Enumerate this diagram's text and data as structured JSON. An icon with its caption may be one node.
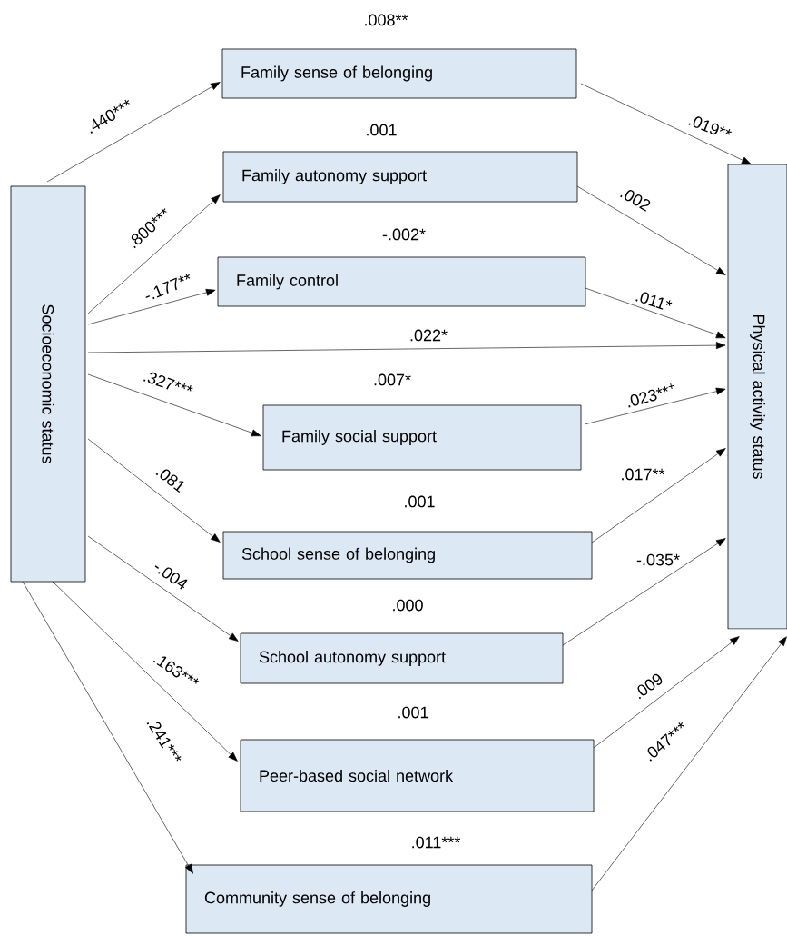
{
  "diagram": {
    "nodes": [
      {
        "text": [
          "Socioeconomic status"
        ]
      },
      {
        "text": [
          "Physical activity status"
        ]
      },
      {
        "text": [
          "Family sense of belonging"
        ],
        "beside": [
          ".008**"
        ]
      },
      {
        "text": [
          "Family autonomy support"
        ],
        "beside": [
          ".001"
        ]
      },
      {
        "text": [
          "Family control"
        ],
        "beside": [
          "-.002*"
        ]
      },
      {
        "text": [
          "Family social support"
        ],
        "beside": [
          ".007*"
        ]
      },
      {
        "text": [
          "School sense of belonging"
        ],
        "beside": [
          ".001"
        ]
      },
      {
        "text": [
          "School autonomy support"
        ],
        "beside": [
          ".000"
        ]
      },
      {
        "text": [
          "Peer-based social network"
        ],
        "beside": [
          ".001"
        ]
      },
      {
        "text": [
          "Community sense of belonging"
        ],
        "beside": [
          ".011***"
        ]
      }
    ],
    "edges": [
      {
        "from": 0,
        "to": 2,
        "arrow": "to",
        "label": ".440***"
      },
      {
        "from": 0,
        "to": 3,
        "arrow": "to",
        "label": ".800***"
      },
      {
        "from": 0,
        "to": 4,
        "arrow": "to",
        "label": "-.177**"
      },
      {
        "from": 0,
        "to": 1,
        "arrow": "to",
        "label": ".022*"
      },
      {
        "from": 0,
        "to": 5,
        "arrow": "to",
        "label": ".327***"
      },
      {
        "from": 0,
        "to": 6,
        "arrow": "to",
        "label": ".081"
      },
      {
        "from": 0,
        "to": 7,
        "arrow": "to",
        "label": "-.004"
      },
      {
        "from": 0,
        "to": 8,
        "arrow": "to",
        "label": ".163***"
      },
      {
        "from": 0,
        "to": 9,
        "arrow": "to",
        "label": ".241***"
      },
      {
        "from": 2,
        "to": 1,
        "arrow": "to",
        "label": ".019**"
      },
      {
        "from": 3,
        "to": 1,
        "arrow": "to",
        "label": ".002"
      },
      {
        "from": 4,
        "to": 1,
        "arrow": "to",
        "label": ".011*"
      },
      {
        "from": 5,
        "to": 1,
        "arrow": "to",
        "label": ".023**$^{+}$"
      },
      {
        "from": 6,
        "to": 1,
        "arrow": "to",
        "label": ".017**"
      },
      {
        "from": 7,
        "to": 1,
        "arrow": "to",
        "label": "-.035*"
      },
      {
        "from": 8,
        "to": 1,
        "arrow": "to",
        "label": ".009"
      },
      {
        "from": 9,
        "to": 1,
        "arrow": "to",
        "label": ".047***"
      }
    ]
  }
}
